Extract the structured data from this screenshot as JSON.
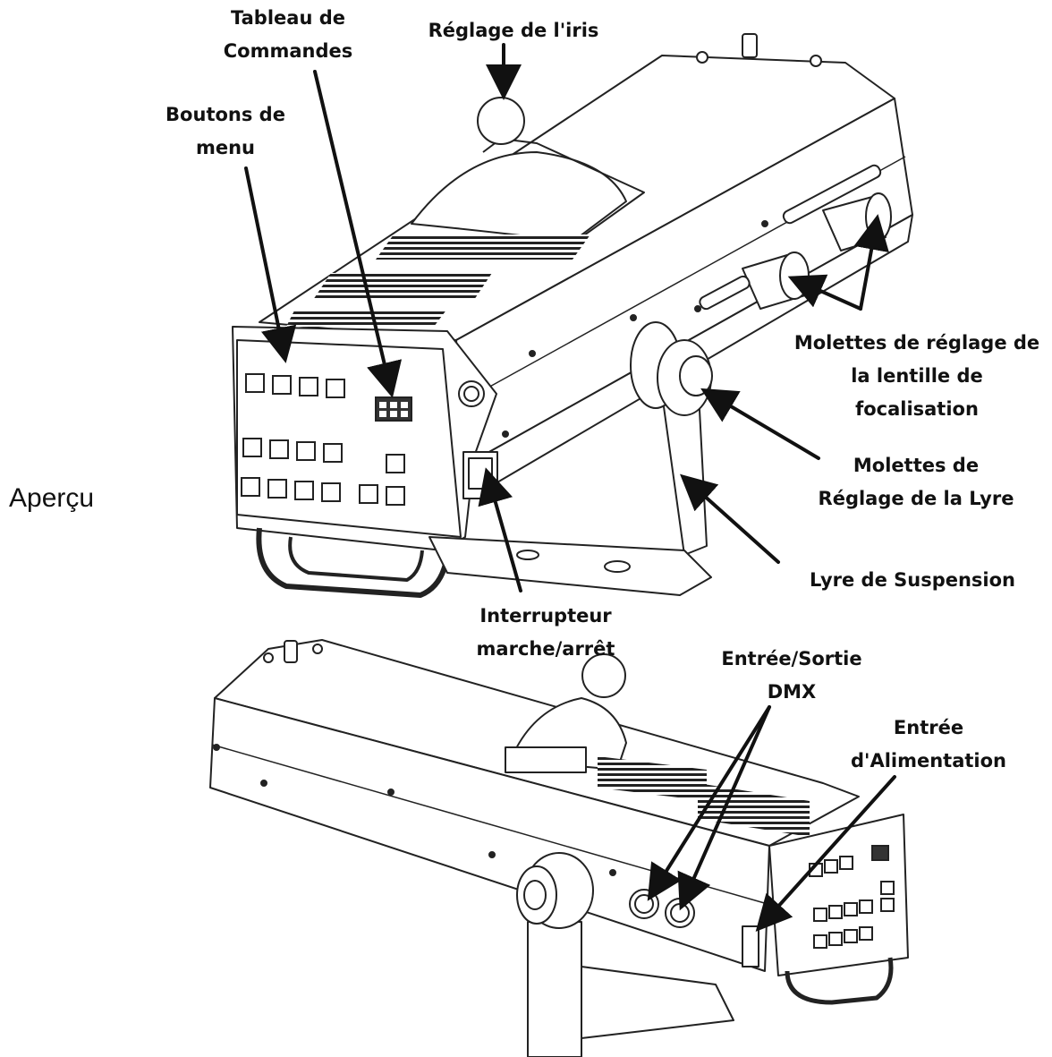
{
  "title": "Aperçu",
  "labels": {
    "tableau": [
      "Tableau de",
      "Commandes"
    ],
    "iris": [
      "Réglage de l'iris"
    ],
    "boutons": [
      "Boutons de",
      "menu"
    ],
    "molettes_lentille": [
      "Molettes de réglage de",
      "la lentille de",
      "focalisation"
    ],
    "molettes_lyre": [
      "Molettes de",
      "Réglage de la Lyre"
    ],
    "lyre": [
      "Lyre de Suspension"
    ],
    "interrupteur": [
      "Interrupteur",
      "marche/arrêt"
    ],
    "dmx": [
      "Entrée/Sortie",
      "DMX"
    ],
    "alimentation": [
      "Entrée",
      "d'Alimentation"
    ]
  }
}
